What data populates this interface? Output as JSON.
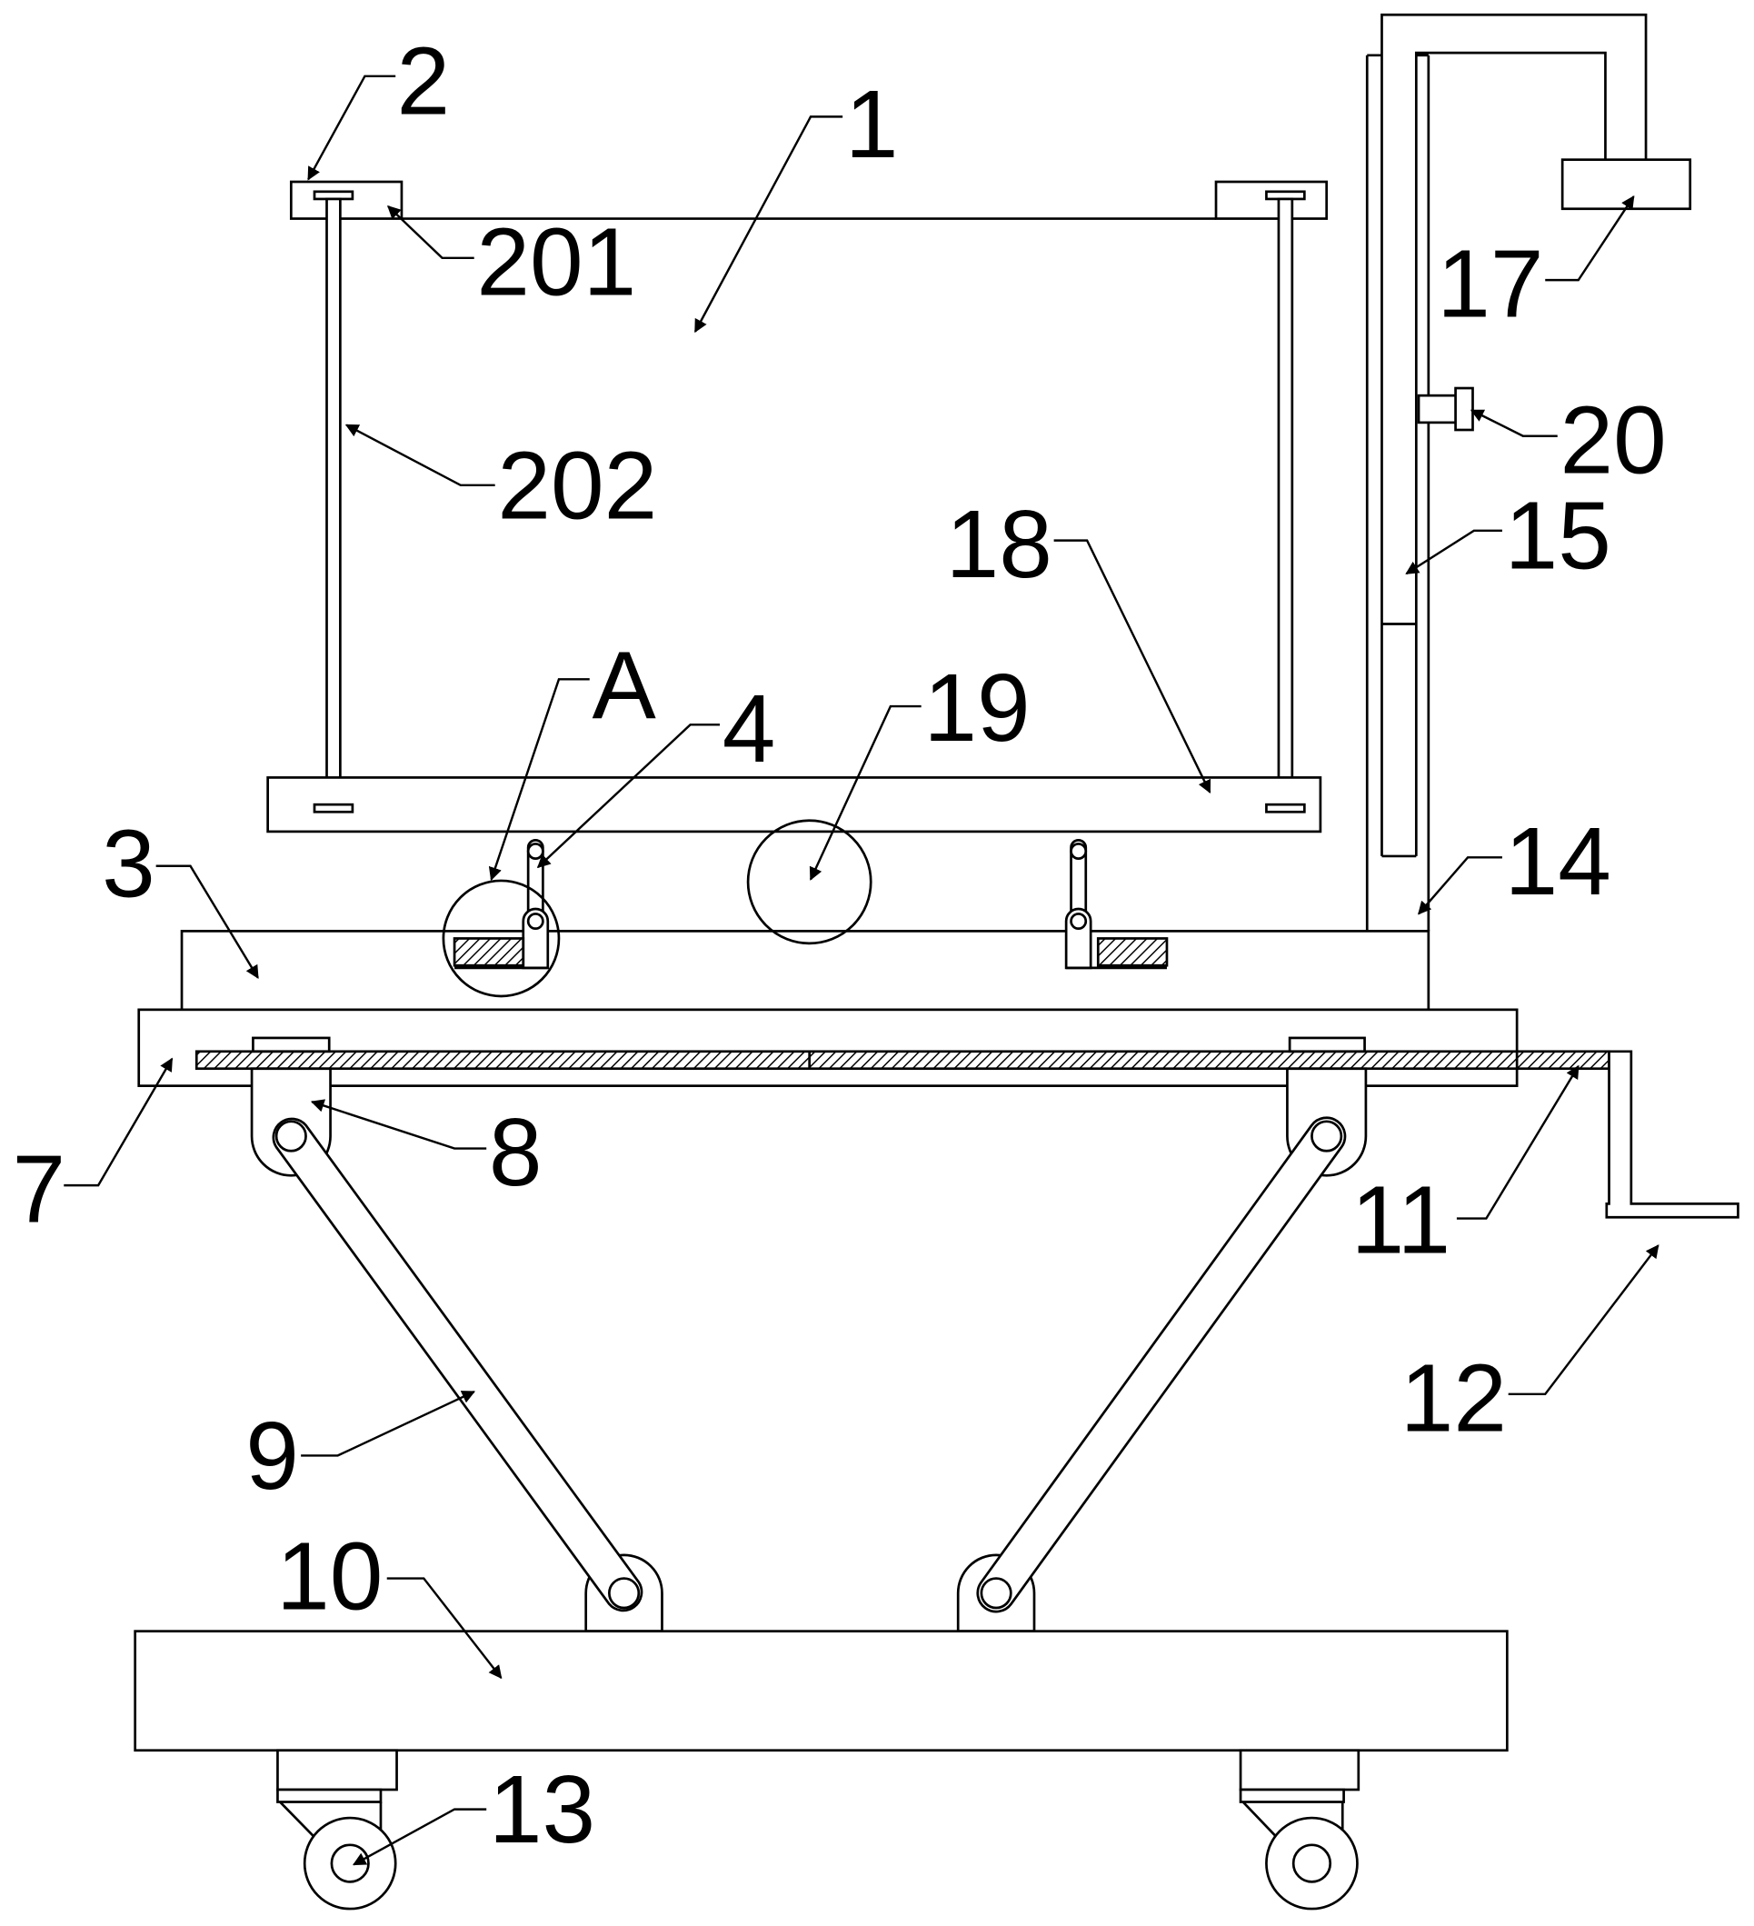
{
  "labels": [
    "2",
    "1",
    "201",
    "17",
    "202",
    "20",
    "18",
    "15",
    "A",
    "4",
    "19",
    "3",
    "14",
    "7",
    "8",
    "11",
    "9",
    "12",
    "10",
    "13"
  ],
  "colors": {
    "line": "#000000",
    "background": "#ffffff"
  }
}
